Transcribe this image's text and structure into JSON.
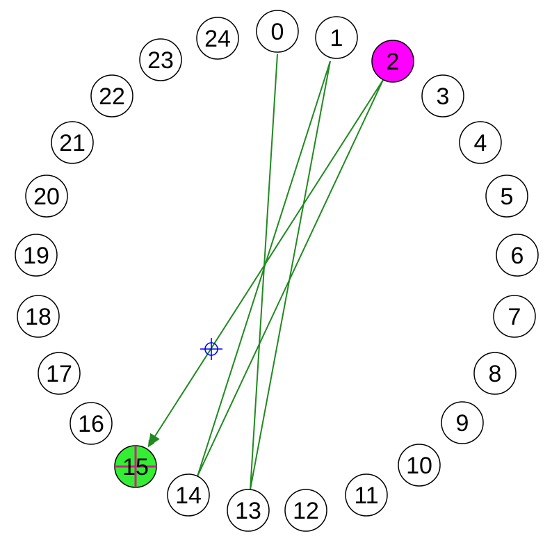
{
  "board": {
    "nodes": [
      {
        "id": "0",
        "label": "0"
      },
      {
        "id": "1",
        "label": "1"
      },
      {
        "id": "2",
        "label": "2",
        "state": "selected"
      },
      {
        "id": "3",
        "label": "3"
      },
      {
        "id": "4",
        "label": "4"
      },
      {
        "id": "5",
        "label": "5"
      },
      {
        "id": "6",
        "label": "6"
      },
      {
        "id": "7",
        "label": "7"
      },
      {
        "id": "8",
        "label": "8"
      },
      {
        "id": "9",
        "label": "9"
      },
      {
        "id": "10",
        "label": "10"
      },
      {
        "id": "11",
        "label": "11"
      },
      {
        "id": "12",
        "label": "12"
      },
      {
        "id": "13",
        "label": "13"
      },
      {
        "id": "14",
        "label": "14"
      },
      {
        "id": "15",
        "label": "15",
        "state": "target"
      },
      {
        "id": "16",
        "label": "16"
      },
      {
        "id": "17",
        "label": "17"
      },
      {
        "id": "18",
        "label": "18"
      },
      {
        "id": "19",
        "label": "19"
      },
      {
        "id": "20",
        "label": "20"
      },
      {
        "id": "21",
        "label": "21"
      },
      {
        "id": "22",
        "label": "22"
      },
      {
        "id": "23",
        "label": "23"
      },
      {
        "id": "24",
        "label": "24"
      }
    ],
    "edges": [
      {
        "from": "0",
        "to": "13"
      },
      {
        "from": "1",
        "to": "13"
      },
      {
        "from": "1",
        "to": "14"
      },
      {
        "from": "2",
        "to": "14"
      },
      {
        "from": "2",
        "to": "15",
        "arrow": true
      }
    ],
    "colors": {
      "edge": "#1f8a1f",
      "selected_fill": "#ff00ff",
      "target_fill": "#33ee33",
      "target_cross": "#cc2288",
      "cursor": "#0000ff"
    },
    "cursor_icon": "crosshair-icon"
  }
}
